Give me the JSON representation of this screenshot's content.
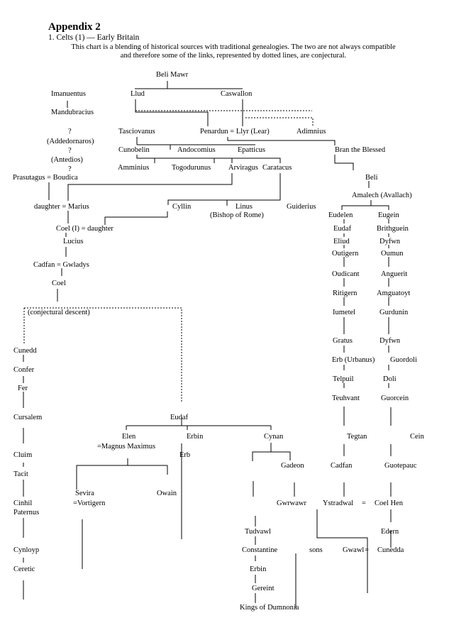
{
  "header": {
    "title": "Appendix 2",
    "subtitle": "1. Celts (1) — Early Britain",
    "intro": "This chart is a blending of historical sources with traditional genealogies. The two are not always compatible and therefore some of the links, represented by dotted lines, are conjectural."
  },
  "people": [
    {
      "id": "beli-mawr",
      "label": "Beli Mawr"
    },
    {
      "id": "imanuentus",
      "label": "Imanuentus"
    },
    {
      "id": "llud",
      "label": "Llud"
    },
    {
      "id": "caswallon",
      "label": "Caswallon"
    },
    {
      "id": "mandubracius",
      "label": "Mandubracius"
    },
    {
      "id": "unknown-1",
      "label": "?"
    },
    {
      "id": "tasciovanus",
      "label": "Tasciovanus"
    },
    {
      "id": "penardun-llyr",
      "label": "Penardun = Llyr (Lear)"
    },
    {
      "id": "adimnius",
      "label": "Adimnius"
    },
    {
      "id": "addedornaros",
      "label": "(Addedornaros)"
    },
    {
      "id": "unknown-2",
      "label": "?"
    },
    {
      "id": "cunobelin",
      "label": "Cunobelin"
    },
    {
      "id": "andocomius",
      "label": "Andocomius"
    },
    {
      "id": "epatticus",
      "label": "Epatticus"
    },
    {
      "id": "bran",
      "label": "Bran the Blessed"
    },
    {
      "id": "antedios",
      "label": "(Antedios)"
    },
    {
      "id": "amminius",
      "label": "Amminius"
    },
    {
      "id": "togodurunus",
      "label": "Togodurunus"
    },
    {
      "id": "arviragus",
      "label": "Arviragus"
    },
    {
      "id": "caratacus",
      "label": "Caratacus"
    },
    {
      "id": "unknown-3",
      "label": "?"
    },
    {
      "id": "prasutagus-boudica",
      "label": "Prasutagus  = Boudica"
    },
    {
      "id": "beli",
      "label": "Beli"
    },
    {
      "id": "amalech",
      "label": "Amalech (Avallach)"
    },
    {
      "id": "daughter-marius",
      "label": "daughter = Marius"
    },
    {
      "id": "cyllin",
      "label": "Cyllin"
    },
    {
      "id": "linus",
      "label": "Linus"
    },
    {
      "id": "linus-note",
      "label": "(Bishop of Rome)"
    },
    {
      "id": "guiderius",
      "label": "Guiderius"
    },
    {
      "id": "eudelen",
      "label": "Eudelen"
    },
    {
      "id": "eugein",
      "label": "Eugein"
    },
    {
      "id": "coel-daughter",
      "label": "Coel (I)  = daughter"
    },
    {
      "id": "eudaf-1",
      "label": "Eudaf"
    },
    {
      "id": "brithguein",
      "label": "Brithguein"
    },
    {
      "id": "lucius",
      "label": "Lucius"
    },
    {
      "id": "eliud",
      "label": "Eliud"
    },
    {
      "id": "dyfwn-1",
      "label": "Dyfwn"
    },
    {
      "id": "outigern",
      "label": "Outigern"
    },
    {
      "id": "oumun",
      "label": "Oumun"
    },
    {
      "id": "cadfan-gwladys",
      "label": "Cadfan = Gwladys"
    },
    {
      "id": "coel",
      "label": "Coel"
    },
    {
      "id": "oudicant",
      "label": "Oudicant"
    },
    {
      "id": "anguerit",
      "label": "Anguerit"
    },
    {
      "id": "ritigern",
      "label": "Ritigern"
    },
    {
      "id": "amguatoyt",
      "label": "Amguatoyt"
    },
    {
      "id": "conjectural",
      "label": "(conjectural descent)"
    },
    {
      "id": "iumetel",
      "label": "Iumetel"
    },
    {
      "id": "gurdunin",
      "label": "Gurdunin"
    },
    {
      "id": "gratus",
      "label": "Gratus"
    },
    {
      "id": "dyfwn-2",
      "label": "Dyfwn"
    },
    {
      "id": "cunedd",
      "label": "Cunedd"
    },
    {
      "id": "erb-urbanus",
      "label": "Erb (Urbanus)"
    },
    {
      "id": "guordoli",
      "label": "Guordoli"
    },
    {
      "id": "confer",
      "label": "Confer"
    },
    {
      "id": "telpuil",
      "label": "Telpuil"
    },
    {
      "id": "doli",
      "label": "Doli"
    },
    {
      "id": "fer",
      "label": "Fer"
    },
    {
      "id": "teuhvant",
      "label": "Teuhvant"
    },
    {
      "id": "guorcein",
      "label": "Guorcein"
    },
    {
      "id": "cursalem",
      "label": "Cursalem"
    },
    {
      "id": "eudaf-2",
      "label": "Eudaf"
    },
    {
      "id": "elen",
      "label": "Elen"
    },
    {
      "id": "erbin-1",
      "label": "Erbin"
    },
    {
      "id": "cynan",
      "label": "Cynan"
    },
    {
      "id": "tegtan",
      "label": "Tegtan"
    },
    {
      "id": "cein",
      "label": "Cein"
    },
    {
      "id": "magnus-maximus",
      "label": "=Magnus Maximus"
    },
    {
      "id": "erb",
      "label": "Erb"
    },
    {
      "id": "cluim",
      "label": "Cluim"
    },
    {
      "id": "gadeon",
      "label": "Gadeon"
    },
    {
      "id": "cadfan",
      "label": "Cadfan"
    },
    {
      "id": "guotepauc",
      "label": "Guotepauc"
    },
    {
      "id": "tacit",
      "label": "Tacit"
    },
    {
      "id": "sevira",
      "label": "Sevira"
    },
    {
      "id": "owain",
      "label": "Owain"
    },
    {
      "id": "vortigern",
      "label": "=Vortigern"
    },
    {
      "id": "cinhil",
      "label": "Cinhil"
    },
    {
      "id": "paternus",
      "label": "Paternus"
    },
    {
      "id": "gwrwawr",
      "label": "Gwrwawr"
    },
    {
      "id": "ystradwal",
      "label": "Ystradwal"
    },
    {
      "id": "equals-1",
      "label": "="
    },
    {
      "id": "coel-hen",
      "label": "Coel Hen"
    },
    {
      "id": "tudvawl",
      "label": "Tudvawl"
    },
    {
      "id": "edern",
      "label": "Edern"
    },
    {
      "id": "cynloyp",
      "label": "Cynloyp"
    },
    {
      "id": "constantine",
      "label": "Constantine"
    },
    {
      "id": "sons",
      "label": "sons"
    },
    {
      "id": "gwawl",
      "label": "Gwawl"
    },
    {
      "id": "equals-2",
      "label": "="
    },
    {
      "id": "cunedda",
      "label": "Cunedda"
    },
    {
      "id": "ceretic",
      "label": "Ceretic"
    },
    {
      "id": "erbin-2",
      "label": "Erbin"
    },
    {
      "id": "gereint",
      "label": "Gereint"
    },
    {
      "id": "kings-dumnonia",
      "label": "Kings of  Dumnonia"
    }
  ]
}
